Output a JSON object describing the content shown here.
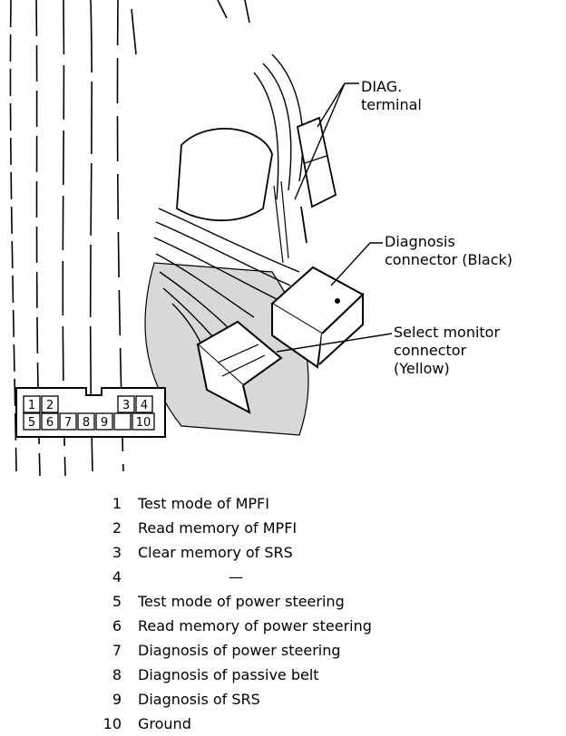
{
  "callouts": {
    "diag_terminal": "DIAG.\nterminal",
    "diagnosis_connector": "Diagnosis\nconnector (Black)",
    "select_monitor_connector": "Select monitor\nconnector\n(Yellow)"
  },
  "pin_grid": {
    "top_row": [
      "1",
      "2",
      "3",
      "4"
    ],
    "bottom_row": [
      "5",
      "6",
      "7",
      "8",
      "9",
      "10"
    ]
  },
  "legend": [
    {
      "num": "1",
      "desc": "Test mode of MPFI"
    },
    {
      "num": "2",
      "desc": "Read memory of MPFI"
    },
    {
      "num": "3",
      "desc": "Clear memory of SRS"
    },
    {
      "num": "4",
      "desc": "—"
    },
    {
      "num": "5",
      "desc": "Test mode of power steering"
    },
    {
      "num": "6",
      "desc": "Read memory of power steering"
    },
    {
      "num": "7",
      "desc": "Diagnosis of power steering"
    },
    {
      "num": "8",
      "desc": "Diagnosis of passive belt"
    },
    {
      "num": "9",
      "desc": "Diagnosis of SRS"
    },
    {
      "num": "10",
      "desc": "Ground"
    }
  ]
}
